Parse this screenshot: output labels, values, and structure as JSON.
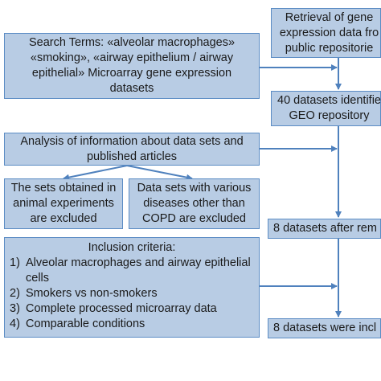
{
  "boxes": {
    "search_terms": "Search Terms: «alveolar macrophages» «smoking», «airway epithelium / airway epithelial» Microarray gene expression datasets",
    "analysis": "Analysis of information about data sets and published articles",
    "animal": "The sets obtained in animal experiments are excluded",
    "diseases": "Data sets with various diseases other than COPD are excluded",
    "retrieval": [
      "Retrieval of gene",
      "expression data fro",
      "public repositorie"
    ],
    "datasets_40": [
      "40 datasets identifie",
      "GEO repository"
    ],
    "datasets_8_after": "8 datasets after rem",
    "datasets_8_incl": "8 datasets were incl"
  },
  "inclusion": {
    "title": "Inclusion criteria:",
    "items": [
      {
        "num": "1)",
        "text": "Alveolar macrophages and airway epithelial cells"
      },
      {
        "num": "2)",
        "text": "Smokers vs non-smokers"
      },
      {
        "num": "3)",
        "text": "Complete processed microarray data"
      },
      {
        "num": "4)",
        "text": "Comparable conditions"
      }
    ]
  },
  "colors": {
    "box_fill": "#b8cce4",
    "box_border": "#5b8cc4",
    "arrow": "#4f81bd"
  }
}
